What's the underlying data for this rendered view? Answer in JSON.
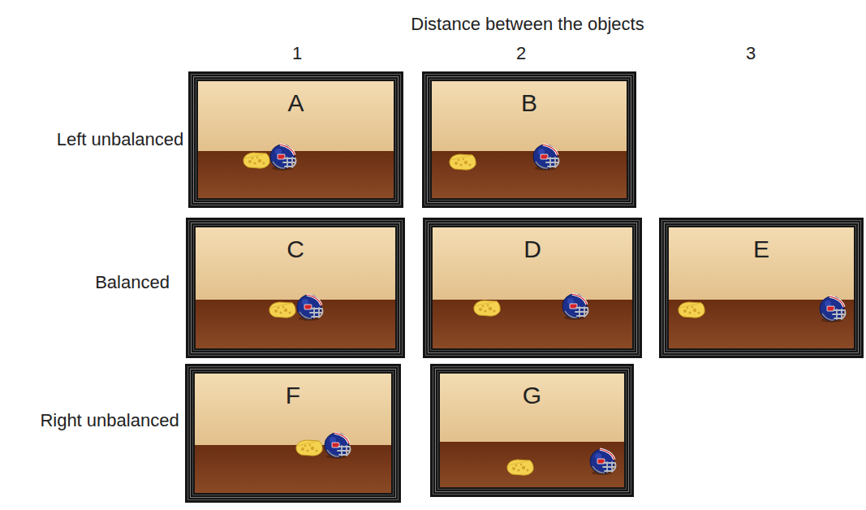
{
  "diagram": {
    "nodes": [
      {
        "text": [
          "A"
        ]
      },
      {
        "text": [
          "B"
        ]
      },
      {
        "text": [
          "C"
        ]
      },
      {
        "text": [
          "D"
        ]
      },
      {
        "text": [
          "E"
        ]
      },
      {
        "text": [
          "F"
        ]
      },
      {
        "text": [
          "G"
        ]
      }
    ],
    "labels": [
      "Distance between the objects",
      "1",
      "2",
      "3",
      "Left unbalanced",
      "Balanced",
      "Right unbalanced"
    ]
  }
}
